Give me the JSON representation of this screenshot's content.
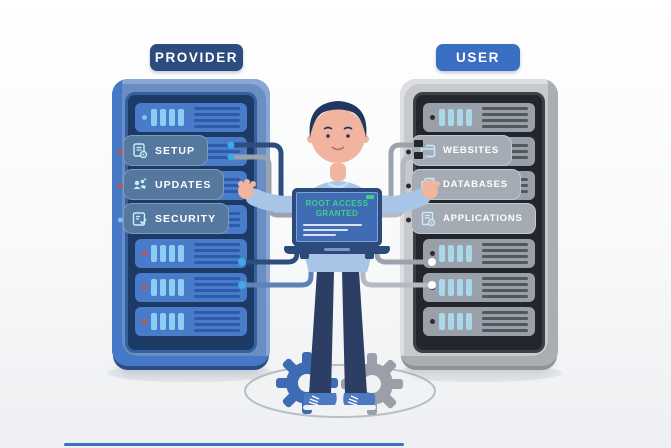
{
  "provider_rack": {
    "badge": "PROVIDER",
    "items": [
      {
        "label": "SETUP",
        "icon": "setup-document-gear-icon"
      },
      {
        "label": "UPDATES",
        "icon": "team-icon"
      },
      {
        "label": "SECURITY",
        "icon": "security-checklist-icon"
      }
    ]
  },
  "user_rack": {
    "badge": "USER",
    "items": [
      {
        "label": "WEBSITES",
        "icon": "browser-icon"
      },
      {
        "label": "DATABASES",
        "icon": "database-copy-icon"
      },
      {
        "label": "APPLICATIONS",
        "icon": "application-gear-icon"
      }
    ]
  },
  "laptop": {
    "screen_line1": "ROOT ACCESS",
    "screen_line2": "GRANTED"
  },
  "colors": {
    "provider_badge_bg": "#2c4b7e",
    "user_badge_bg": "#3a6ec3",
    "provider_rack_body": "#6a8ec2",
    "provider_rack_panel": "#1c3a66",
    "provider_row": "#4a7bc8",
    "user_rack_body": "#c7c9cd",
    "user_rack_panel": "#23262c",
    "user_row": "#99a0aa",
    "screen_text_green": "#3bd381",
    "shirt_blue": "#a8c5e7",
    "gear_left_blue": "#3e6bb4",
    "gear_right_gray": "#9aa0a7"
  }
}
